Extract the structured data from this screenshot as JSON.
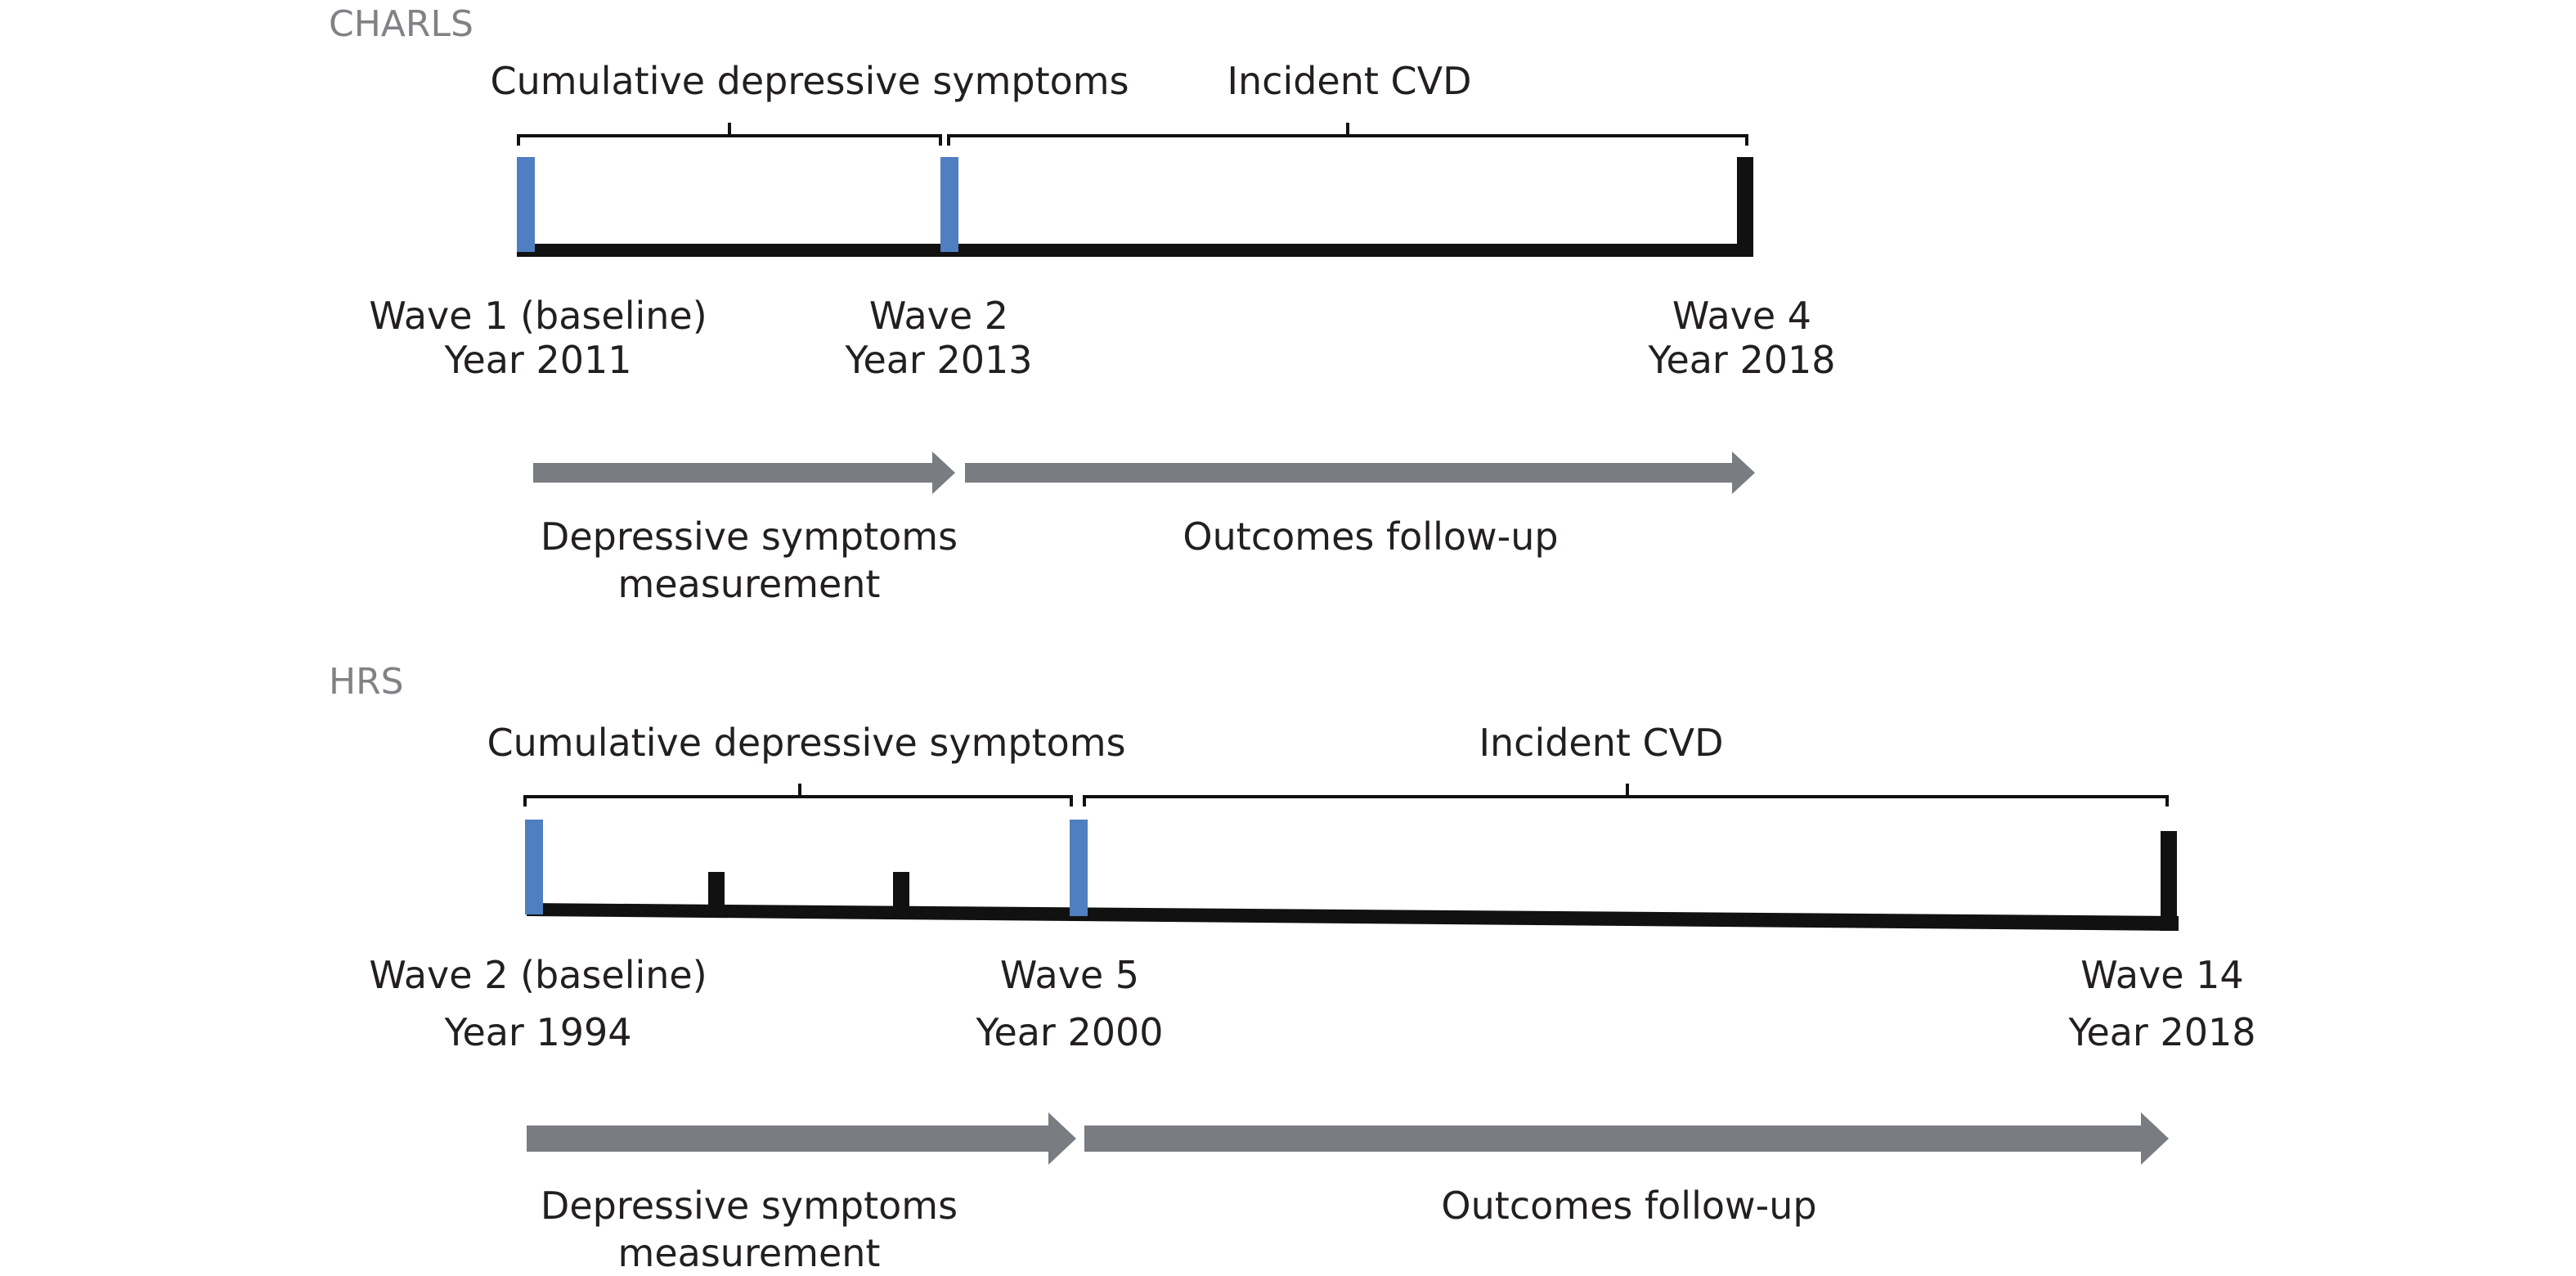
{
  "colors": {
    "baseline_wave_marker": "#4f7ec1",
    "timeline": "#111111",
    "arrow": "#797c81",
    "study_label": "#808285",
    "text": "#231f20"
  },
  "panels": {
    "charls": {
      "study_name": "CHARLS",
      "bracket_exposure": "Cumulative depressive symptoms",
      "bracket_outcome": "Incident CVD",
      "waves": [
        {
          "wave": "Wave 1 (baseline)",
          "year": "Year 2011"
        },
        {
          "wave": "Wave 2",
          "year": "Year 2013"
        },
        {
          "wave": "Wave 4",
          "year": "Year 2018"
        }
      ],
      "phase_exposure": [
        "Depressive symptoms",
        "measurement"
      ],
      "phase_outcome": "Outcomes follow-up"
    },
    "hrs": {
      "study_name": "HRS",
      "bracket_exposure": "Cumulative depressive symptoms",
      "bracket_outcome": "Incident CVD",
      "waves": [
        {
          "wave": "Wave 2 (baseline)",
          "year": "Year 1994"
        },
        {
          "wave": "Wave 5",
          "year": "Year 2000"
        },
        {
          "wave": "Wave 14",
          "year": "Year 2018"
        }
      ],
      "phase_exposure": [
        "Depressive symptoms",
        "measurement"
      ],
      "phase_outcome": "Outcomes follow-up"
    }
  }
}
